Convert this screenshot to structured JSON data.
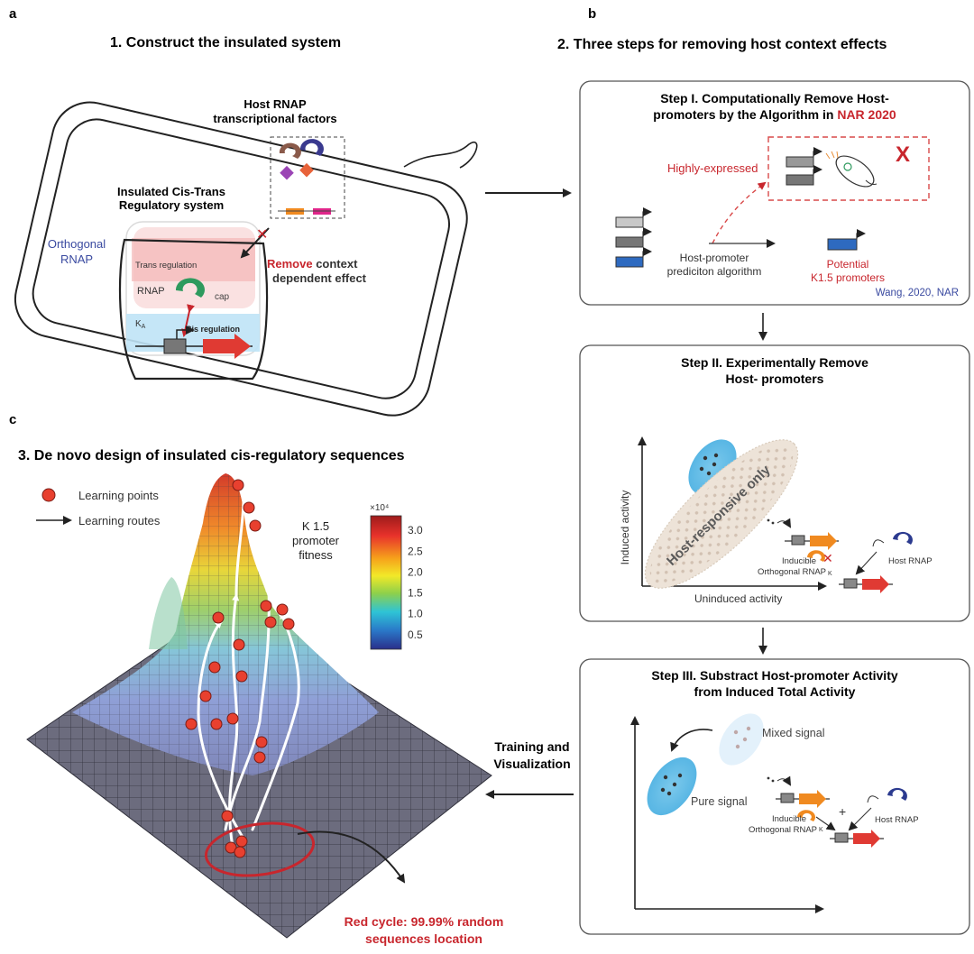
{
  "panels": {
    "a": {
      "letter": "a",
      "title": "1. Construct the insulated system",
      "host_rnap_line1": "Host RNAP",
      "host_rnap_line2": "transcriptional factors",
      "insulated_line1": "Insulated Cis-Trans",
      "insulated_line2": "Regulatory system",
      "orthogonal_line1": "Orthogonal",
      "orthogonal_line2": "RNAP",
      "trans_regulation": "Trans regulation",
      "rnap": "RNAP",
      "cap": "cap",
      "ka": "K",
      "ka_sub": "A",
      "cis_regulation": "Cis regulation",
      "remove_bold": "Remove",
      "remove_rest": " context",
      "remove_line2": "dependent effect"
    },
    "b": {
      "letter": "b",
      "title": "2. Three steps for removing host context effects",
      "step1": {
        "title_line1": "Step I. Computationally Remove Host-",
        "title_line2_pre": "promoters by the Algorithm in ",
        "title_line2_highlight": "NAR 2020",
        "highly_expressed": "Highly-expressed",
        "algorithm_line1": "Host-promoter",
        "algorithm_line2": "prediciton algorithm",
        "potential_line1": "Potential",
        "potential_line2": "K1.5 promoters",
        "x_mark": "X",
        "citation": "Wang, 2020, NAR"
      },
      "step2": {
        "title_line1": "Step II. Experimentally Remove",
        "title_line2": "Host- promoters",
        "ylabel": "Induced activity",
        "xlabel": "Uninduced activity",
        "ellipse_label": "Host-responsive only",
        "inducible_line1": "Inducible",
        "inducible_line2": "Orthogonal RNAP",
        "host_rnap": "Host RNAP",
        "k_label": "K"
      },
      "step3": {
        "title_line1": "Step III. Substract Host-promoter Activity",
        "title_line2": "from Induced Total Activity",
        "mixed_signal": "Mixed signal",
        "pure_signal": "Pure signal",
        "inducible_line1": "Inducible",
        "inducible_line2": "Orthogonal RNAP",
        "host_rnap": "Host RNAP",
        "plus": "+",
        "k_label": "K"
      },
      "training_line1": "Training and",
      "training_line2": "Visualization"
    },
    "c": {
      "letter": "c",
      "title": "3. De novo design of insulated cis-regulatory sequences",
      "legend_points": "Learning points",
      "legend_routes": "Learning routes",
      "fitness_line1": "K 1.5",
      "fitness_line2": "promoter",
      "fitness_line3": "fitness",
      "colorbar_exp": "×10⁴",
      "colorbar_ticks": [
        "3.0",
        "2.5",
        "2.0",
        "1.5",
        "1.0",
        "0.5"
      ],
      "colorbar_values": [
        3.0,
        2.5,
        2.0,
        1.5,
        1.0,
        0.5
      ],
      "red_cycle_line1": "Red cycle: 99.99% random",
      "red_cycle_line2": "sequences location"
    }
  },
  "colors": {
    "accent_red": "#c8262d",
    "accent_blue": "#2b3a8f",
    "panel_border": "#555555",
    "learning_point": "#e8402f",
    "colorbar_top": "#9e1b1b",
    "colorbar_bottom": "#2a2f8a"
  }
}
